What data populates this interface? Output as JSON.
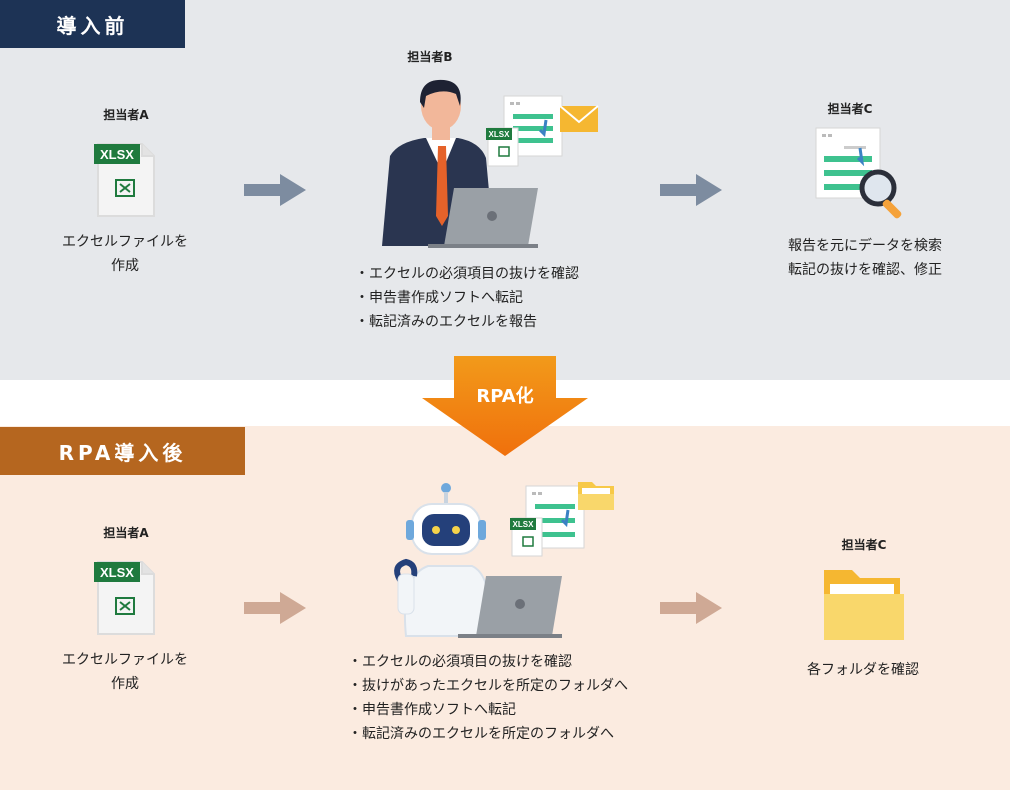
{
  "before": {
    "title": "導入前",
    "worker_a": {
      "role": "担当者A",
      "file_label": "XLSX",
      "caption_line1": "エクセルファイルを",
      "caption_line2": "作成"
    },
    "worker_b": {
      "role": "担当者B",
      "file_label": "XLSX",
      "tasks": [
        "エクセルの必須項目の抜けを確認",
        "申告書作成ソフトへ転記",
        "転記済みのエクセルを報告"
      ]
    },
    "worker_c": {
      "role": "担当者C",
      "caption_line1": "報告を元にデータを検索",
      "caption_line2": "転記の抜けを確認、修正"
    }
  },
  "transition": {
    "label": "RPA化"
  },
  "after": {
    "title": "RPA導入後",
    "worker_a": {
      "role": "担当者A",
      "file_label": "XLSX",
      "caption_line1": "エクセルファイルを",
      "caption_line2": "作成"
    },
    "robot": {
      "file_label": "XLSX",
      "tasks": [
        "エクセルの必須項目の抜けを確認",
        "抜けがあったエクセルを所定のフォルダへ",
        "申告書作成ソフトへ転記",
        "転記済みのエクセルを所定のフォルダへ"
      ]
    },
    "worker_c": {
      "role": "担当者C",
      "caption": "各フォルダを確認"
    }
  },
  "colors": {
    "before_header": "#1d3355",
    "after_header": "#b5661f",
    "before_band": "#e6e8eb",
    "after_band": "#fbebe0",
    "arrow_before": "#7d8ca0",
    "arrow_after": "#cfa995",
    "rpa_arrow": "#f07a10",
    "excel_green": "#1f7a3e",
    "row_green": "#3ec28f",
    "folder_yellow": "#f7c948"
  }
}
